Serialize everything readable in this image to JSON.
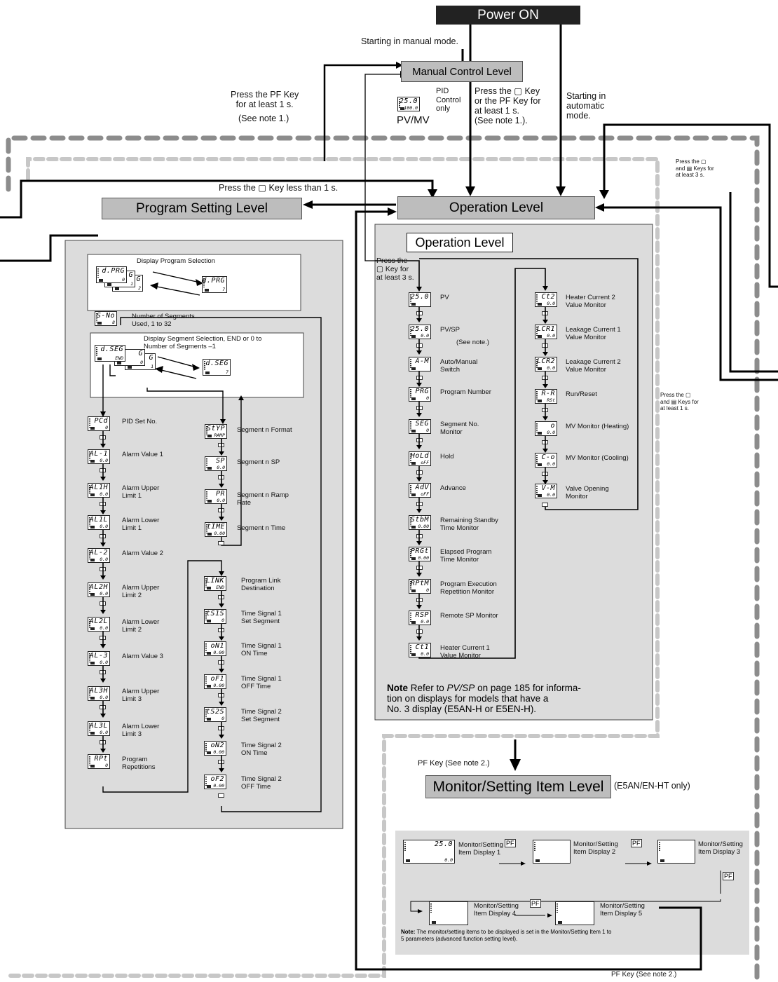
{
  "power_on": "Power ON",
  "start_manual": "Starting in manual mode.",
  "manual_level": "Manual Control Level",
  "manual_display": {
    "top": "25.0",
    "bottom": "100.0"
  },
  "pid_note": "PID\nControl\nonly",
  "pvmv": "PV/MV",
  "pf_1s": "Press the PF Key\nfor at least 1 s.",
  "see_note1": "(See note 1.)",
  "press_key_pf": "Press the ▢ Key\nor the PF Key for\nat least 1 s.\n(See note 1.).",
  "start_auto": "Starting in\nautomatic\nmode.",
  "press_key_lt1": "Press the ▢ Key less than 1 s.",
  "press_keys_3s": "Press the ▢\nand ▤ Keys for\nat least 3 s.",
  "press_keys_1s": "Press the ▢\nand ▤ Keys for\nat least 1 s.",
  "program_level": "Program Setting Level",
  "operation_level": "Operation Level",
  "operation_level_inner": "Operation Level",
  "press_key_3s": "Press the\n▢ Key for\nat least 3 s.",
  "prog": {
    "display_program_selection": "Display Program Selection",
    "dprg1": {
      "top": "d.PRG",
      "bottom": "0"
    },
    "dprg_s1": {
      "top": "G",
      "bottom": "1"
    },
    "dprg_s2": {
      "top": "G",
      "bottom": "2"
    },
    "dprg2": {
      "top": "d.PRG",
      "bottom": "7"
    },
    "segcount": {
      "top": "S-No",
      "bottom": "8",
      "label": "Number of Segments\nUsed, 1 to 32"
    },
    "display_segment_selection": "Display Segment Selection, END or 0 to\nNumber of Segments –1",
    "dseg1": {
      "top": "d.SEG",
      "bottom": "END"
    },
    "dseg_s1": {
      "top": "G",
      "bottom": "0"
    },
    "dseg_s2": {
      "top": "G",
      "bottom": "1"
    },
    "dseg2": {
      "top": "d.SEG",
      "bottom": "7"
    },
    "left": [
      {
        "top": "PCd",
        "bottom": "0",
        "label": "PID Set No."
      },
      {
        "top": "AL-1",
        "bottom": "0.0",
        "label": "Alarm Value 1"
      },
      {
        "top": "AL1H",
        "bottom": "0.0",
        "label": "Alarm Upper\nLimit 1"
      },
      {
        "top": "AL1L",
        "bottom": "0.0",
        "label": "Alarm Lower\nLimit 1"
      },
      {
        "top": "AL-2",
        "bottom": "0.0",
        "label": "Alarm Value 2"
      },
      {
        "top": "AL2H",
        "bottom": "0.0",
        "label": "Alarm Upper\nLimit 2"
      },
      {
        "top": "AL2L",
        "bottom": "0.0",
        "label": "Alarm Lower\nLimit 2"
      },
      {
        "top": "AL-3",
        "bottom": "0.0",
        "label": "Alarm Value 3"
      },
      {
        "top": "AL3H",
        "bottom": "0.0",
        "label": "Alarm Upper\nLimit 3"
      },
      {
        "top": "AL3L",
        "bottom": "0.0",
        "label": "Alarm Lower\nLimit 3"
      },
      {
        "top": "RPt",
        "bottom": "0",
        "label": "Program\nRepetitions"
      }
    ],
    "seg": [
      {
        "top": "StYP",
        "bottom": "RAMP",
        "label": "Segment n Format"
      },
      {
        "top": "SP",
        "bottom": "0.0",
        "label": "Segment n SP"
      },
      {
        "top": "PR",
        "bottom": "0.0",
        "label": "Segment n Ramp\nRate"
      },
      {
        "top": "tIME",
        "bottom": "0.00",
        "label": "Segment n Time"
      }
    ],
    "link": [
      {
        "top": "LINK",
        "bottom": "END",
        "label": "Program Link\nDestination"
      },
      {
        "top": "tS1S",
        "bottom": "0",
        "label": "Time Signal 1\nSet Segment"
      },
      {
        "top": "oN1",
        "bottom": "0.00",
        "label": "Time Signal 1\nON Time"
      },
      {
        "top": "oF1",
        "bottom": "0.00",
        "label": "Time Signal 1\nOFF Time"
      },
      {
        "top": "tS2S",
        "bottom": "0",
        "label": "Time Signal 2\nSet Segment"
      },
      {
        "top": "oN2",
        "bottom": "0.00",
        "label": "Time Signal 2\nON Time"
      },
      {
        "top": "oF2",
        "bottom": "0.00",
        "label": "Time Signal 2\nOFF Time"
      }
    ]
  },
  "op": {
    "col1": [
      {
        "top": "25.0",
        "bottom": "",
        "label": "PV"
      },
      {
        "top": "25.0",
        "bottom": "0.0",
        "label": "PV/SP"
      },
      {
        "top": "A-M",
        "bottom": "",
        "label": "Auto/Manual\nSwitch"
      },
      {
        "top": "PRG",
        "bottom": "0",
        "label": "Program Number"
      },
      {
        "top": "SEG",
        "bottom": "0",
        "label": "Segment No.\nMonitor"
      },
      {
        "top": "HoLd",
        "bottom": "oFF",
        "label": "Hold"
      },
      {
        "top": "AdV",
        "bottom": "oFF",
        "label": "Advance"
      },
      {
        "top": "StbM",
        "bottom": "0.00",
        "label": "Remaining Standby\nTime Monitor"
      },
      {
        "top": "PRGt",
        "bottom": "0.00",
        "label": "Elapsed Program\nTime Monitor"
      },
      {
        "top": "RPtM",
        "bottom": "0",
        "label": "Program Execution\nRepetition Monitor"
      },
      {
        "top": "RSP",
        "bottom": "0.0",
        "label": "Remote SP Monitor"
      },
      {
        "top": "Ct1",
        "bottom": "0.0",
        "label": "Heater Current 1\nValue Monitor"
      }
    ],
    "see_note": "(See note.)",
    "col2": [
      {
        "top": "Ct2",
        "bottom": "0.0",
        "label": "Heater Current 2\nValue Monitor"
      },
      {
        "top": "LCR1",
        "bottom": "0.0",
        "label": "Leakage Current 1\nValue Monitor"
      },
      {
        "top": "LCR2",
        "bottom": "0.0",
        "label": "Leakage Current 2\nValue Monitor"
      },
      {
        "top": "R-R",
        "bottom": "RSt",
        "label": "Run/Reset"
      },
      {
        "top": "o",
        "bottom": "0.0",
        "label": "MV Monitor (Heating)"
      },
      {
        "top": "C-o",
        "bottom": "0.0",
        "label": "MV Monitor (Cooling)"
      },
      {
        "top": "V-M",
        "bottom": "0.0",
        "label": "Valve Opening\nMonitor"
      }
    ],
    "note_bold": "Note",
    "note_pre": "Refer to ",
    "note_italic": "PV/SP",
    "note_post": " on page 185 for informa-\ntion on displays for models that have a\nNo. 3 display (E5AN-H or E5EN-H)."
  },
  "pf_note2": "PF Key (See note 2.)",
  "monitor_level": "Monitor/Setting Item Level",
  "monitor_only": "(E5AN/EN-HT only)",
  "pf": "PF",
  "mon": {
    "d1": {
      "top": "25.0",
      "bottom": "0.0",
      "label": "Monitor/Setting\nItem Display 1"
    },
    "d2": {
      "label": "Monitor/Setting\nItem Display 2"
    },
    "d3": {
      "label": "Monitor/Setting\nItem Display 3"
    },
    "d4": {
      "label": "Monitor/Setting\nItem Display 4"
    },
    "d5": {
      "label": "Monitor/Setting\nItem Display 5"
    },
    "note_bold": "Note:",
    "note_text": " The monitor/setting items to be displayed is set in the Monitor/Setting Item 1 to\n5 parameters (advanced function setting level)."
  },
  "pf_note2_bottom": "PF Key (See note 2.)"
}
